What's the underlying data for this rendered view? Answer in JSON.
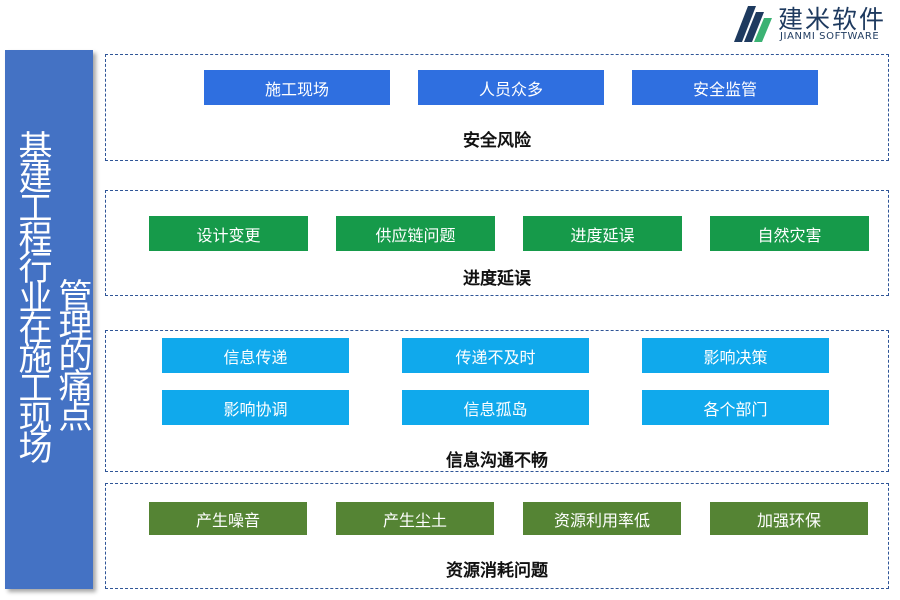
{
  "brand": {
    "name": "建米软件",
    "subtitle": "JIANMI SOFTWARE",
    "color": "#1e3a5f"
  },
  "sidebar": {
    "title_line1": "基建工程行业在施工现场",
    "title_line2": "管理的痛点",
    "color": "#4472c4"
  },
  "sections": [
    {
      "label": "安全风险",
      "color": "#2f6fe0",
      "items": [
        "施工现场",
        "人员众多",
        "安全监管"
      ]
    },
    {
      "label": "进度延误",
      "color": "#169a4a",
      "items": [
        "设计变更",
        "供应链问题",
        "进度延误",
        "自然灾害"
      ]
    },
    {
      "label": "信息沟通不畅",
      "color": "#10a9ec",
      "items": [
        "信息传递",
        "传递不及时",
        "影响决策",
        "影响协调",
        "信息孤岛",
        "各个部门"
      ]
    },
    {
      "label": "资源消耗问题",
      "color": "#558434",
      "items": [
        "产生噪音",
        "产生尘土",
        "资源利用率低",
        "加强环保"
      ]
    }
  ]
}
